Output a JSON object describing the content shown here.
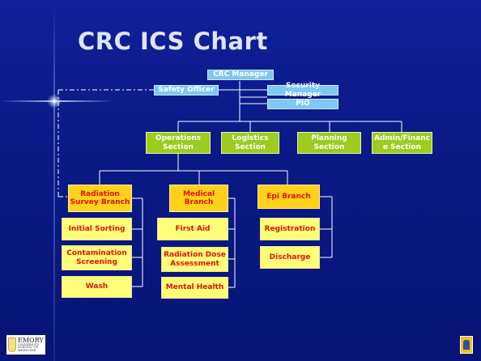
{
  "title": "CRC ICS Chart",
  "command": {
    "manager": "CRC Manager",
    "safety": "Safety Officer",
    "security": "Security Manager",
    "pio": "PIO"
  },
  "sections": {
    "operations": "Operations Section",
    "logistics": "Logistics Section",
    "planning": "Planning Section",
    "admin": "Admin/Financ e Section"
  },
  "branches": {
    "radiation": {
      "label": "Radiation Survey Branch",
      "units": [
        "Initial Sorting",
        "Contamination Screening",
        "Wash"
      ]
    },
    "medical": {
      "label": "Medical Branch",
      "units": [
        "First Aid",
        "Radiation Dose Assessment",
        "Mental Health"
      ]
    },
    "epi": {
      "label": "Epi Branch",
      "units": [
        "Registration",
        "Discharge"
      ]
    }
  },
  "logos": {
    "emory_line1": "EMORY",
    "emory_line2": "UNIVERSITY",
    "emory_line3": "SCHOOL OF",
    "emory_line4": "MEDICINE"
  },
  "colors": {
    "background": "#0c1a8a",
    "command_box": "#7ec8f4",
    "section_box": "#9ccc20",
    "branch_box": "#ffd21a",
    "unit_box": "#ffff78",
    "unit_text": "#e01010"
  }
}
